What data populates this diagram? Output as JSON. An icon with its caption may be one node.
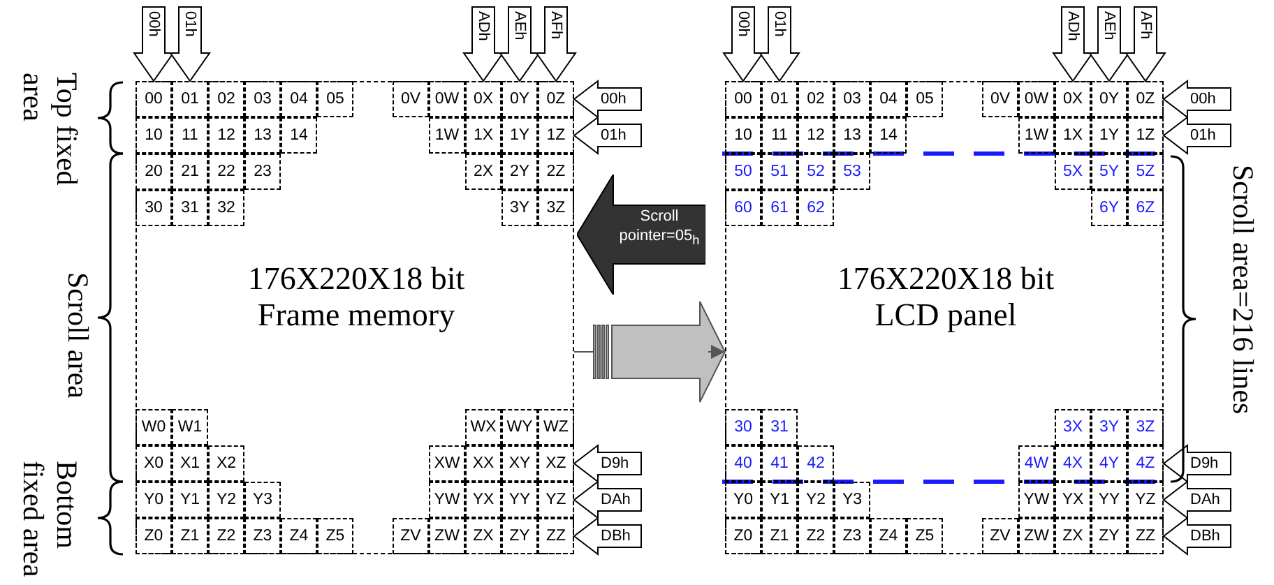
{
  "diagram": {
    "nodes": [
      {
        "text": [
          "176X220X18 bit Frame memory"
        ]
      },
      {
        "text": [
          "00"
        ],
        "in": 0
      },
      {
        "text": [
          "01"
        ],
        "in": 0
      },
      {
        "text": [
          "02"
        ],
        "in": 0
      },
      {
        "text": [
          "03"
        ],
        "in": 0
      },
      {
        "text": [
          "04"
        ],
        "in": 0
      },
      {
        "text": [
          "05"
        ],
        "in": 0
      },
      {
        "text": [
          "0V"
        ],
        "in": 0
      },
      {
        "text": [
          "0W"
        ],
        "in": 0
      },
      {
        "text": [
          "0X"
        ],
        "in": 0
      },
      {
        "text": [
          "0Y"
        ],
        "in": 0
      },
      {
        "text": [
          "0Z"
        ],
        "in": 0
      },
      {
        "text": [
          "10"
        ],
        "in": 0
      },
      {
        "text": [
          "11"
        ],
        "in": 0
      },
      {
        "text": [
          "12"
        ],
        "in": 0
      },
      {
        "text": [
          "13"
        ],
        "in": 0
      },
      {
        "text": [
          "14"
        ],
        "in": 0
      },
      {
        "text": [
          "1W"
        ],
        "in": 0
      },
      {
        "text": [
          "1X"
        ],
        "in": 0
      },
      {
        "text": [
          "1Y"
        ],
        "in": 0
      },
      {
        "text": [
          "1Z"
        ],
        "in": 0
      },
      {
        "text": [
          "20"
        ],
        "in": 0
      },
      {
        "text": [
          "21"
        ],
        "in": 0
      },
      {
        "text": [
          "22"
        ],
        "in": 0
      },
      {
        "text": [
          "23"
        ],
        "in": 0
      },
      {
        "text": [
          "2X"
        ],
        "in": 0
      },
      {
        "text": [
          "2Y"
        ],
        "in": 0
      },
      {
        "text": [
          "2Z"
        ],
        "in": 0
      },
      {
        "text": [
          "30"
        ],
        "in": 0
      },
      {
        "text": [
          "31"
        ],
        "in": 0
      },
      {
        "text": [
          "32"
        ],
        "in": 0
      },
      {
        "text": [
          "3Y"
        ],
        "in": 0
      },
      {
        "text": [
          "3Z"
        ],
        "in": 0
      },
      {
        "text": [
          "W0"
        ],
        "in": 0
      },
      {
        "text": [
          "W1"
        ],
        "in": 0
      },
      {
        "text": [
          "WX"
        ],
        "in": 0
      },
      {
        "text": [
          "WY"
        ],
        "in": 0
      },
      {
        "text": [
          "WZ"
        ],
        "in": 0
      },
      {
        "text": [
          "X0"
        ],
        "in": 0
      },
      {
        "text": [
          "X1"
        ],
        "in": 0
      },
      {
        "text": [
          "X2"
        ],
        "in": 0
      },
      {
        "text": [
          "XW"
        ],
        "in": 0
      },
      {
        "text": [
          "XX"
        ],
        "in": 0
      },
      {
        "text": [
          "XY"
        ],
        "in": 0
      },
      {
        "text": [
          "XZ"
        ],
        "in": 0
      },
      {
        "text": [
          "Y0"
        ],
        "in": 0
      },
      {
        "text": [
          "Y1"
        ],
        "in": 0
      },
      {
        "text": [
          "Y2"
        ],
        "in": 0
      },
      {
        "text": [
          "Y3"
        ],
        "in": 0
      },
      {
        "text": [
          "YW"
        ],
        "in": 0
      },
      {
        "text": [
          "YX"
        ],
        "in": 0
      },
      {
        "text": [
          "YY"
        ],
        "in": 0
      },
      {
        "text": [
          "YZ"
        ],
        "in": 0
      },
      {
        "text": [
          "Z0"
        ],
        "in": 0
      },
      {
        "text": [
          "Z1"
        ],
        "in": 0
      },
      {
        "text": [
          "Z2"
        ],
        "in": 0
      },
      {
        "text": [
          "Z3"
        ],
        "in": 0
      },
      {
        "text": [
          "Z4"
        ],
        "in": 0
      },
      {
        "text": [
          "Z5"
        ],
        "in": 0
      },
      {
        "text": [
          "ZV"
        ],
        "in": 0
      },
      {
        "text": [
          "ZW"
        ],
        "in": 0
      },
      {
        "text": [
          "ZX"
        ],
        "in": 0
      },
      {
        "text": [
          "ZY"
        ],
        "in": 0
      },
      {
        "text": [
          "ZZ"
        ],
        "in": 0
      },
      {
        "text": [
          "Scroll pointer=05$_{h}$"
        ]
      },
      {
        "text": [
          "176X220X18 bit LCD panel"
        ]
      },
      {
        "text": [
          "00"
        ],
        "in": 65
      },
      {
        "text": [
          "01"
        ],
        "in": 65
      },
      {
        "text": [
          "02"
        ],
        "in": 65
      },
      {
        "text": [
          "03"
        ],
        "in": 65
      },
      {
        "text": [
          "04"
        ],
        "in": 65
      },
      {
        "text": [
          "05"
        ],
        "in": 65
      },
      {
        "text": [
          "0V"
        ],
        "in": 65
      },
      {
        "text": [
          "0W"
        ],
        "in": 65
      },
      {
        "text": [
          "0X"
        ],
        "in": 65
      },
      {
        "text": [
          "0Y"
        ],
        "in": 65
      },
      {
        "text": [
          "0Z"
        ],
        "in": 65
      },
      {
        "text": [
          "10"
        ],
        "in": 65
      },
      {
        "text": [
          "11"
        ],
        "in": 65
      },
      {
        "text": [
          "12"
        ],
        "in": 65
      },
      {
        "text": [
          "13"
        ],
        "in": 65
      },
      {
        "text": [
          "14"
        ],
        "in": 65
      },
      {
        "text": [
          "1W"
        ],
        "in": 65
      },
      {
        "text": [
          "1X"
        ],
        "in": 65
      },
      {
        "text": [
          "1Y"
        ],
        "in": 65
      },
      {
        "text": [
          "1Z"
        ],
        "in": 65
      },
      {
        "text": [
          "50"
        ],
        "in": 65
      },
      {
        "text": [
          "51"
        ],
        "in": 65
      },
      {
        "text": [
          "52"
        ],
        "in": 65
      },
      {
        "text": [
          "53"
        ],
        "in": 65
      },
      {
        "text": [
          "5X"
        ],
        "in": 65
      },
      {
        "text": [
          "5Y"
        ],
        "in": 65
      },
      {
        "text": [
          "5Z"
        ],
        "in": 65
      },
      {
        "text": [
          "60"
        ],
        "in": 65
      },
      {
        "text": [
          "61"
        ],
        "in": 65
      },
      {
        "text": [
          "62"
        ],
        "in": 65
      },
      {
        "text": [
          "6Y"
        ],
        "in": 65
      },
      {
        "text": [
          "6Z"
        ],
        "in": 65
      },
      {
        "text": [
          "30"
        ],
        "in": 65
      },
      {
        "text": [
          "31"
        ],
        "in": 65
      },
      {
        "text": [
          "3X"
        ],
        "in": 65
      },
      {
        "text": [
          "3Y"
        ],
        "in": 65
      },
      {
        "text": [
          "3Z"
        ],
        "in": 65
      },
      {
        "text": [
          "40"
        ],
        "in": 65
      },
      {
        "text": [
          "41"
        ],
        "in": 65
      },
      {
        "text": [
          "42"
        ],
        "in": 65
      },
      {
        "text": [
          "4W"
        ],
        "in": 65
      },
      {
        "text": [
          "4X"
        ],
        "in": 65
      },
      {
        "text": [
          "4Y"
        ],
        "in": 65
      },
      {
        "text": [
          "4Z"
        ],
        "in": 65
      },
      {
        "text": [
          "Y0"
        ],
        "in": 65
      },
      {
        "text": [
          "Y1"
        ],
        "in": 65
      },
      {
        "text": [
          "Y2"
        ],
        "in": 65
      },
      {
        "text": [
          "Y3"
        ],
        "in": 65
      },
      {
        "text": [
          "YW"
        ],
        "in": 65
      },
      {
        "text": [
          "YX"
        ],
        "in": 65
      },
      {
        "text": [
          "YY"
        ],
        "in": 65
      },
      {
        "text": [
          "YZ"
        ],
        "in": 65
      },
      {
        "text": [
          "Z0"
        ],
        "in": 65
      },
      {
        "text": [
          "Z1"
        ],
        "in": 65
      },
      {
        "text": [
          "Z2"
        ],
        "in": 65
      },
      {
        "text": [
          "Z3"
        ],
        "in": 65
      },
      {
        "text": [
          "Z4"
        ],
        "in": 65
      },
      {
        "text": [
          "Z5"
        ],
        "in": 65
      },
      {
        "text": [
          "ZV"
        ],
        "in": 65
      },
      {
        "text": [
          "ZW"
        ],
        "in": 65
      },
      {
        "text": [
          "ZX"
        ],
        "in": 65
      },
      {
        "text": [
          "ZY"
        ],
        "in": 65
      },
      {
        "text": [
          "ZZ"
        ],
        "in": 65
      }
    ],
    "edges": [
      {
        "from": null,
        "to": 1,
        "arrow": "to",
        "label": "00h"
      },
      {
        "from": null,
        "to": 2,
        "arrow": "to",
        "label": "01h"
      },
      {
        "from": null,
        "to": 9,
        "arrow": "to",
        "label": "ADh"
      },
      {
        "from": null,
        "to": 10,
        "arrow": "to",
        "label": "AEh"
      },
      {
        "from": null,
        "to": 11,
        "arrow": "to",
        "label": "AFh"
      },
      {
        "from": null,
        "to": 11,
        "arrow": "to",
        "label": "00h"
      },
      {
        "from": null,
        "to": 20,
        "arrow": "to",
        "label": "01h"
      },
      {
        "from": null,
        "to": 44,
        "arrow": "to",
        "label": "D9h"
      },
      {
        "from": null,
        "to": 52,
        "arrow": "to",
        "label": "DAh"
      },
      {
        "from": null,
        "to": 63,
        "arrow": "to",
        "label": "DBh"
      },
      {
        "from": null,
        "to": 66,
        "arrow": "to",
        "label": "00h"
      },
      {
        "from": null,
        "to": 67,
        "arrow": "to",
        "label": "01h"
      },
      {
        "from": null,
        "to": 74,
        "arrow": "to",
        "label": "ADh"
      },
      {
        "from": null,
        "to": 75,
        "arrow": "to",
        "label": "AEh"
      },
      {
        "from": null,
        "to": 76,
        "arrow": "to",
        "label": "AFh"
      },
      {
        "from": null,
        "to": 76,
        "arrow": "to",
        "label": "00h"
      },
      {
        "from": null,
        "to": 85,
        "arrow": "to",
        "label": "01h"
      },
      {
        "from": null,
        "to": 109,
        "arrow": "to",
        "label": "D9h"
      },
      {
        "from": null,
        "to": 117,
        "arrow": "to",
        "label": "DAh"
      },
      {
        "from": null,
        "to": 128,
        "arrow": "to",
        "label": "DBh"
      },
      {
        "from": 0,
        "to": 65,
        "arrow": "to"
      }
    ],
    "labels": [
      "Top fixed area",
      "Scroll area",
      "Bottom fixed area",
      "Scroll area=216 lines"
    ]
  }
}
